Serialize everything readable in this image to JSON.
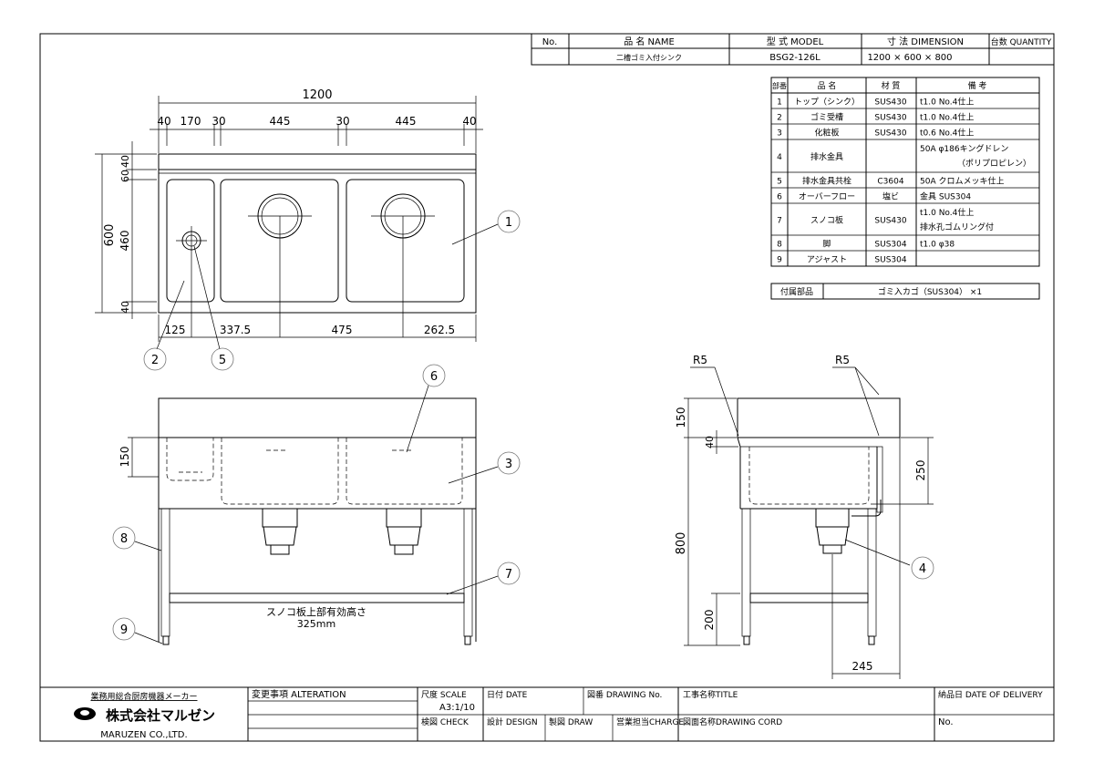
{
  "header": {
    "no_label": "No.",
    "name_label": "品 名 NAME",
    "model_label": "型 式 MODEL",
    "dim_label": "寸 法 DIMENSION",
    "qty_label": "台数 QUANTITY",
    "name_value": "二槽ゴミ入付シンク",
    "model_value": "BSG2-126L",
    "dim_value": "1200 × 600 × 800"
  },
  "parts": {
    "headers": [
      "部番",
      "品 名",
      "材 質",
      "備 考"
    ],
    "rows": [
      {
        "no": "1",
        "name": "トップ（シンク）",
        "mat": "SUS430",
        "note": "t1.0 No.4仕上",
        "note2": ""
      },
      {
        "no": "2",
        "name": "ゴミ受槽",
        "mat": "SUS430",
        "note": "t1.0 No.4仕上",
        "note2": ""
      },
      {
        "no": "3",
        "name": "化粧板",
        "mat": "SUS430",
        "note": "t0.6 No.4仕上",
        "note2": ""
      },
      {
        "no": "4",
        "name": "排水金具",
        "mat": "",
        "note": "50A φ186キングドレン",
        "note2": "（ポリプロピレン）"
      },
      {
        "no": "5",
        "name": "排水金具共栓",
        "mat": "C3604",
        "note": "50A クロムメッキ仕上",
        "note2": ""
      },
      {
        "no": "6",
        "name": "オーバーフロー",
        "mat": "塩ビ",
        "note": "金具 SUS304",
        "note2": ""
      },
      {
        "no": "7",
        "name": "スノコ板",
        "mat": "SUS430",
        "note": "t1.0 No.4仕上",
        "note2": "排水孔ゴムリング付"
      },
      {
        "no": "8",
        "name": "脚",
        "mat": "SUS304",
        "note": "t1.0 φ38",
        "note2": ""
      },
      {
        "no": "9",
        "name": "アジャスト",
        "mat": "SUS304",
        "note": "",
        "note2": ""
      }
    ],
    "accessory_label": "付属部品",
    "accessory_value": "ゴミ入カゴ（SUS304） ×1"
  },
  "dims": {
    "overall_width": "1200",
    "top_row": [
      "40",
      "170",
      "30",
      "445",
      "30",
      "445",
      "40"
    ],
    "bottom_row": [
      "125",
      "337.5",
      "475",
      "262.5"
    ],
    "left_total": "600",
    "left_parts": [
      "40",
      "60",
      "460",
      "40"
    ],
    "front_150": "150",
    "side_150": "150",
    "side_40": "40",
    "side_250": "250",
    "side_800": "800",
    "side_200": "200",
    "side_245": "245",
    "r5_a": "R5",
    "r5_b": "R5"
  },
  "callouts": [
    "1",
    "2",
    "3",
    "4",
    "5",
    "6",
    "7",
    "8",
    "9"
  ],
  "note_slat": "スノコ板上部有効高さ",
  "note_slat_value": "325mm",
  "titleblock": {
    "maker_tag": "業務用総合厨房機器メーカー",
    "company": "株式会社マルゼン",
    "company_en": "MARUZEN CO.,LTD.",
    "alteration": "変更事項 ALTERATION",
    "scale_label": "尺度 SCALE",
    "scale_value": "A3:1/10",
    "date_label": "日付 DATE",
    "drawing_no_label": "図番 DRAWING No.",
    "title_label": "工事名称TITLE",
    "delivery_label": "納品日 DATE OF DELIVERY",
    "check_label": "検図 CHECK",
    "design_label": "設計 DESIGN",
    "draw_label": "製図 DRAW",
    "charge_label": "営業担当CHARGE",
    "cord_label": "図面名称DRAWING CORD",
    "no_label": "No."
  }
}
